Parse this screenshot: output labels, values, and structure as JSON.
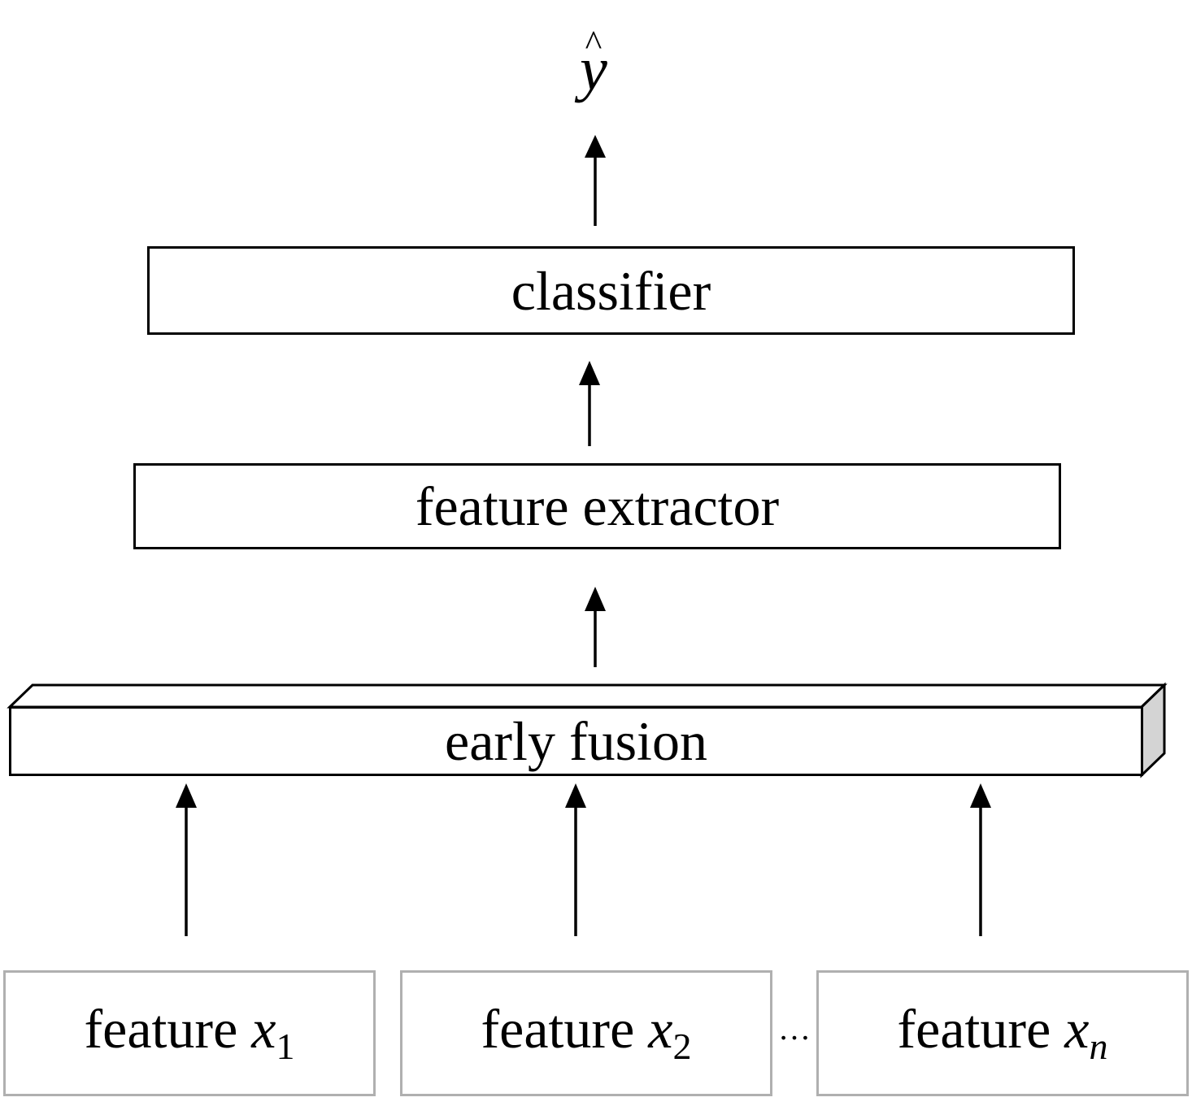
{
  "output": {
    "symbol": "y",
    "hat": "^"
  },
  "classifier": {
    "label": "classifier"
  },
  "extractor": {
    "label": "feature extractor"
  },
  "fusion": {
    "label": "early fusion"
  },
  "features": [
    {
      "prefix": "feature ",
      "var": "x",
      "sub": "1"
    },
    {
      "prefix": "feature ",
      "var": "x",
      "sub": "2"
    },
    {
      "prefix": "feature ",
      "var": "x",
      "sub": "n"
    }
  ],
  "ellipsis": "…",
  "colors": {
    "box_border": "#000000",
    "input_border": "#b0b0b0",
    "fusion_side": "#d4d4d4"
  }
}
